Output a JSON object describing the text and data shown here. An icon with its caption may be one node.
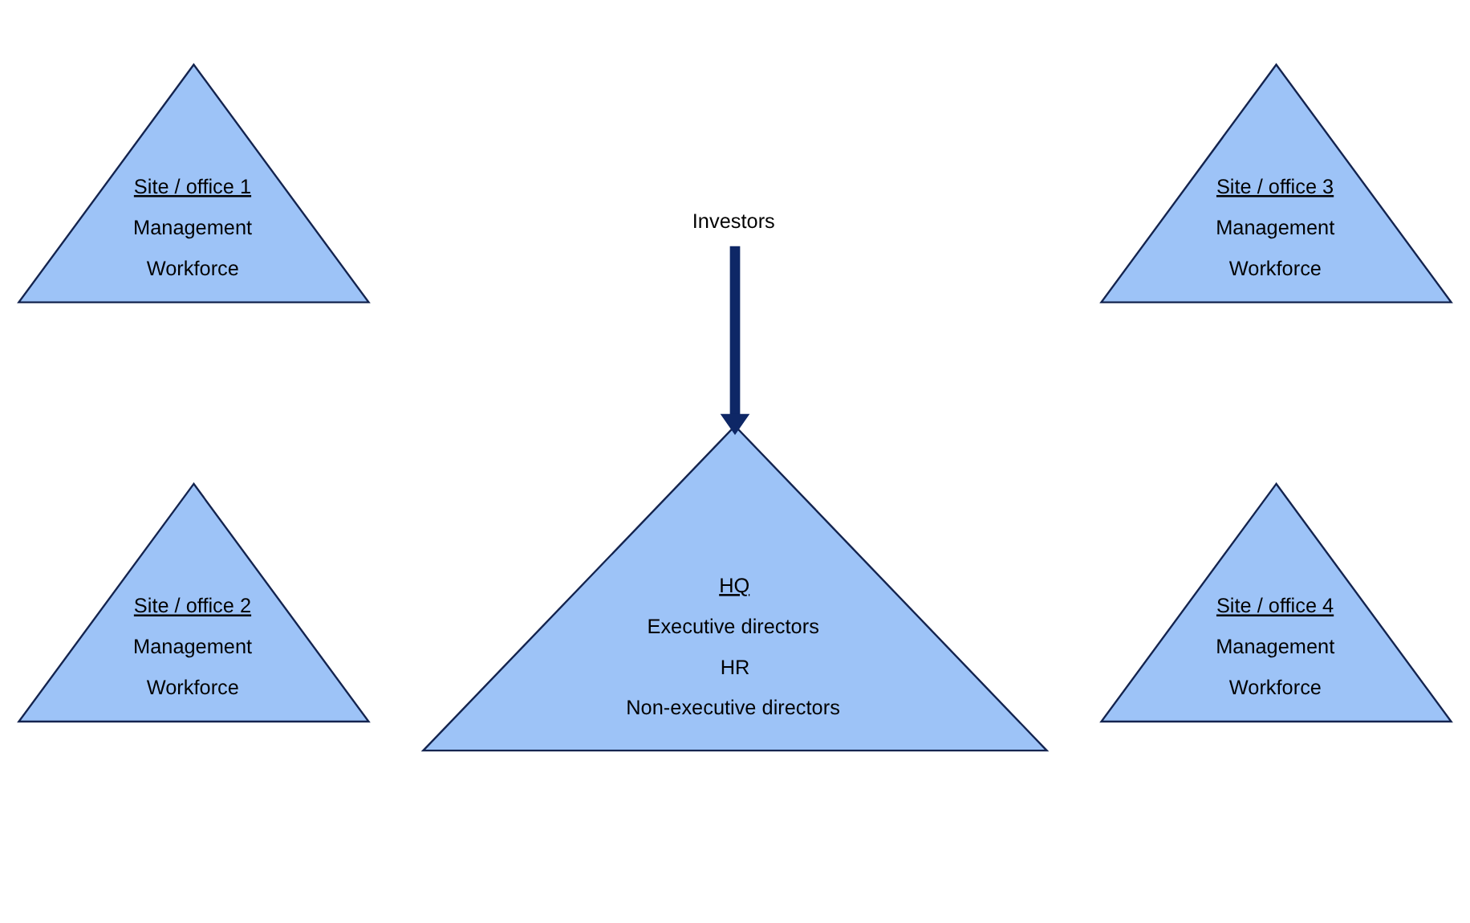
{
  "diagram": {
    "nodes": [
      {
        "text": [
          "Site / office 1",
          "Management",
          "Workforce"
        ]
      },
      {
        "text": [
          "Investors"
        ]
      },
      {
        "text": [
          "Site / office 3",
          "Management",
          "Workforce"
        ]
      },
      {
        "text": [
          "HQ",
          "Executive directors",
          "HR",
          "Non-executive directors"
        ]
      },
      {
        "text": [
          "Site / office 2",
          "Management",
          "Workforce"
        ]
      },
      {
        "text": [
          "Site / office 4",
          "Management",
          "Workforce"
        ]
      }
    ],
    "edges": [
      {
        "from": 1,
        "to": 3,
        "arrow": "to"
      }
    ]
  }
}
